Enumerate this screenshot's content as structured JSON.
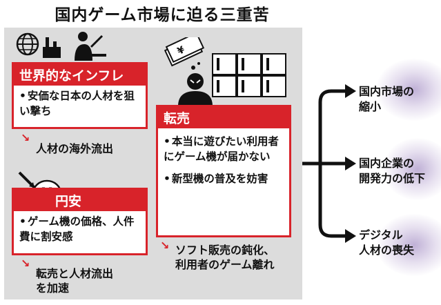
{
  "title": "国内ゲーム市場に迫る三重苦",
  "box_inflation": {
    "head": "世界的なインフレ",
    "bullet": "安価な日本の人材を狙い撃ち"
  },
  "result_inflation": "人材の海外流出",
  "box_yen": {
    "head": "円安",
    "bullet": "ゲーム機の価格、人件費に割安感"
  },
  "result_yen": [
    "転売と人材流出",
    "を加速"
  ],
  "box_resale": {
    "head": "転売",
    "bullets": [
      "本当に遊びたい利用者にゲーム機が届かない",
      "新型機の普及を妨害"
    ]
  },
  "result_resale": [
    "ソフト販売の鈍化、",
    "利用者のゲーム離れ"
  ],
  "outcomes": [
    [
      "国内市場の",
      "縮小"
    ],
    [
      "国内企業の",
      "開発力の低下"
    ],
    [
      "デジタル",
      "人材の喪失"
    ]
  ],
  "yen_symbol": "¥",
  "icons": [
    "globe-icon",
    "factory-icon",
    "person-laptop-icon",
    "yen-bag-icon",
    "banknote-icon",
    "reseller-person-icon",
    "game-console-boxes-icon"
  ]
}
